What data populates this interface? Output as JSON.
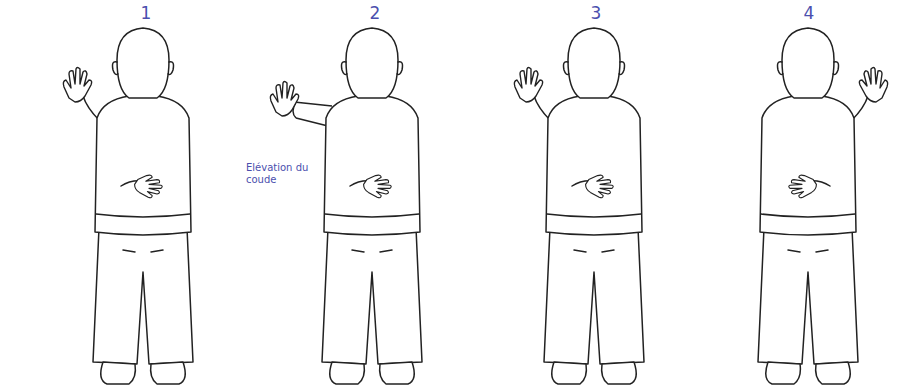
{
  "diagram": {
    "labels": [
      "1",
      "2",
      "3",
      "4",
      "Elévation du coude"
    ]
  }
}
